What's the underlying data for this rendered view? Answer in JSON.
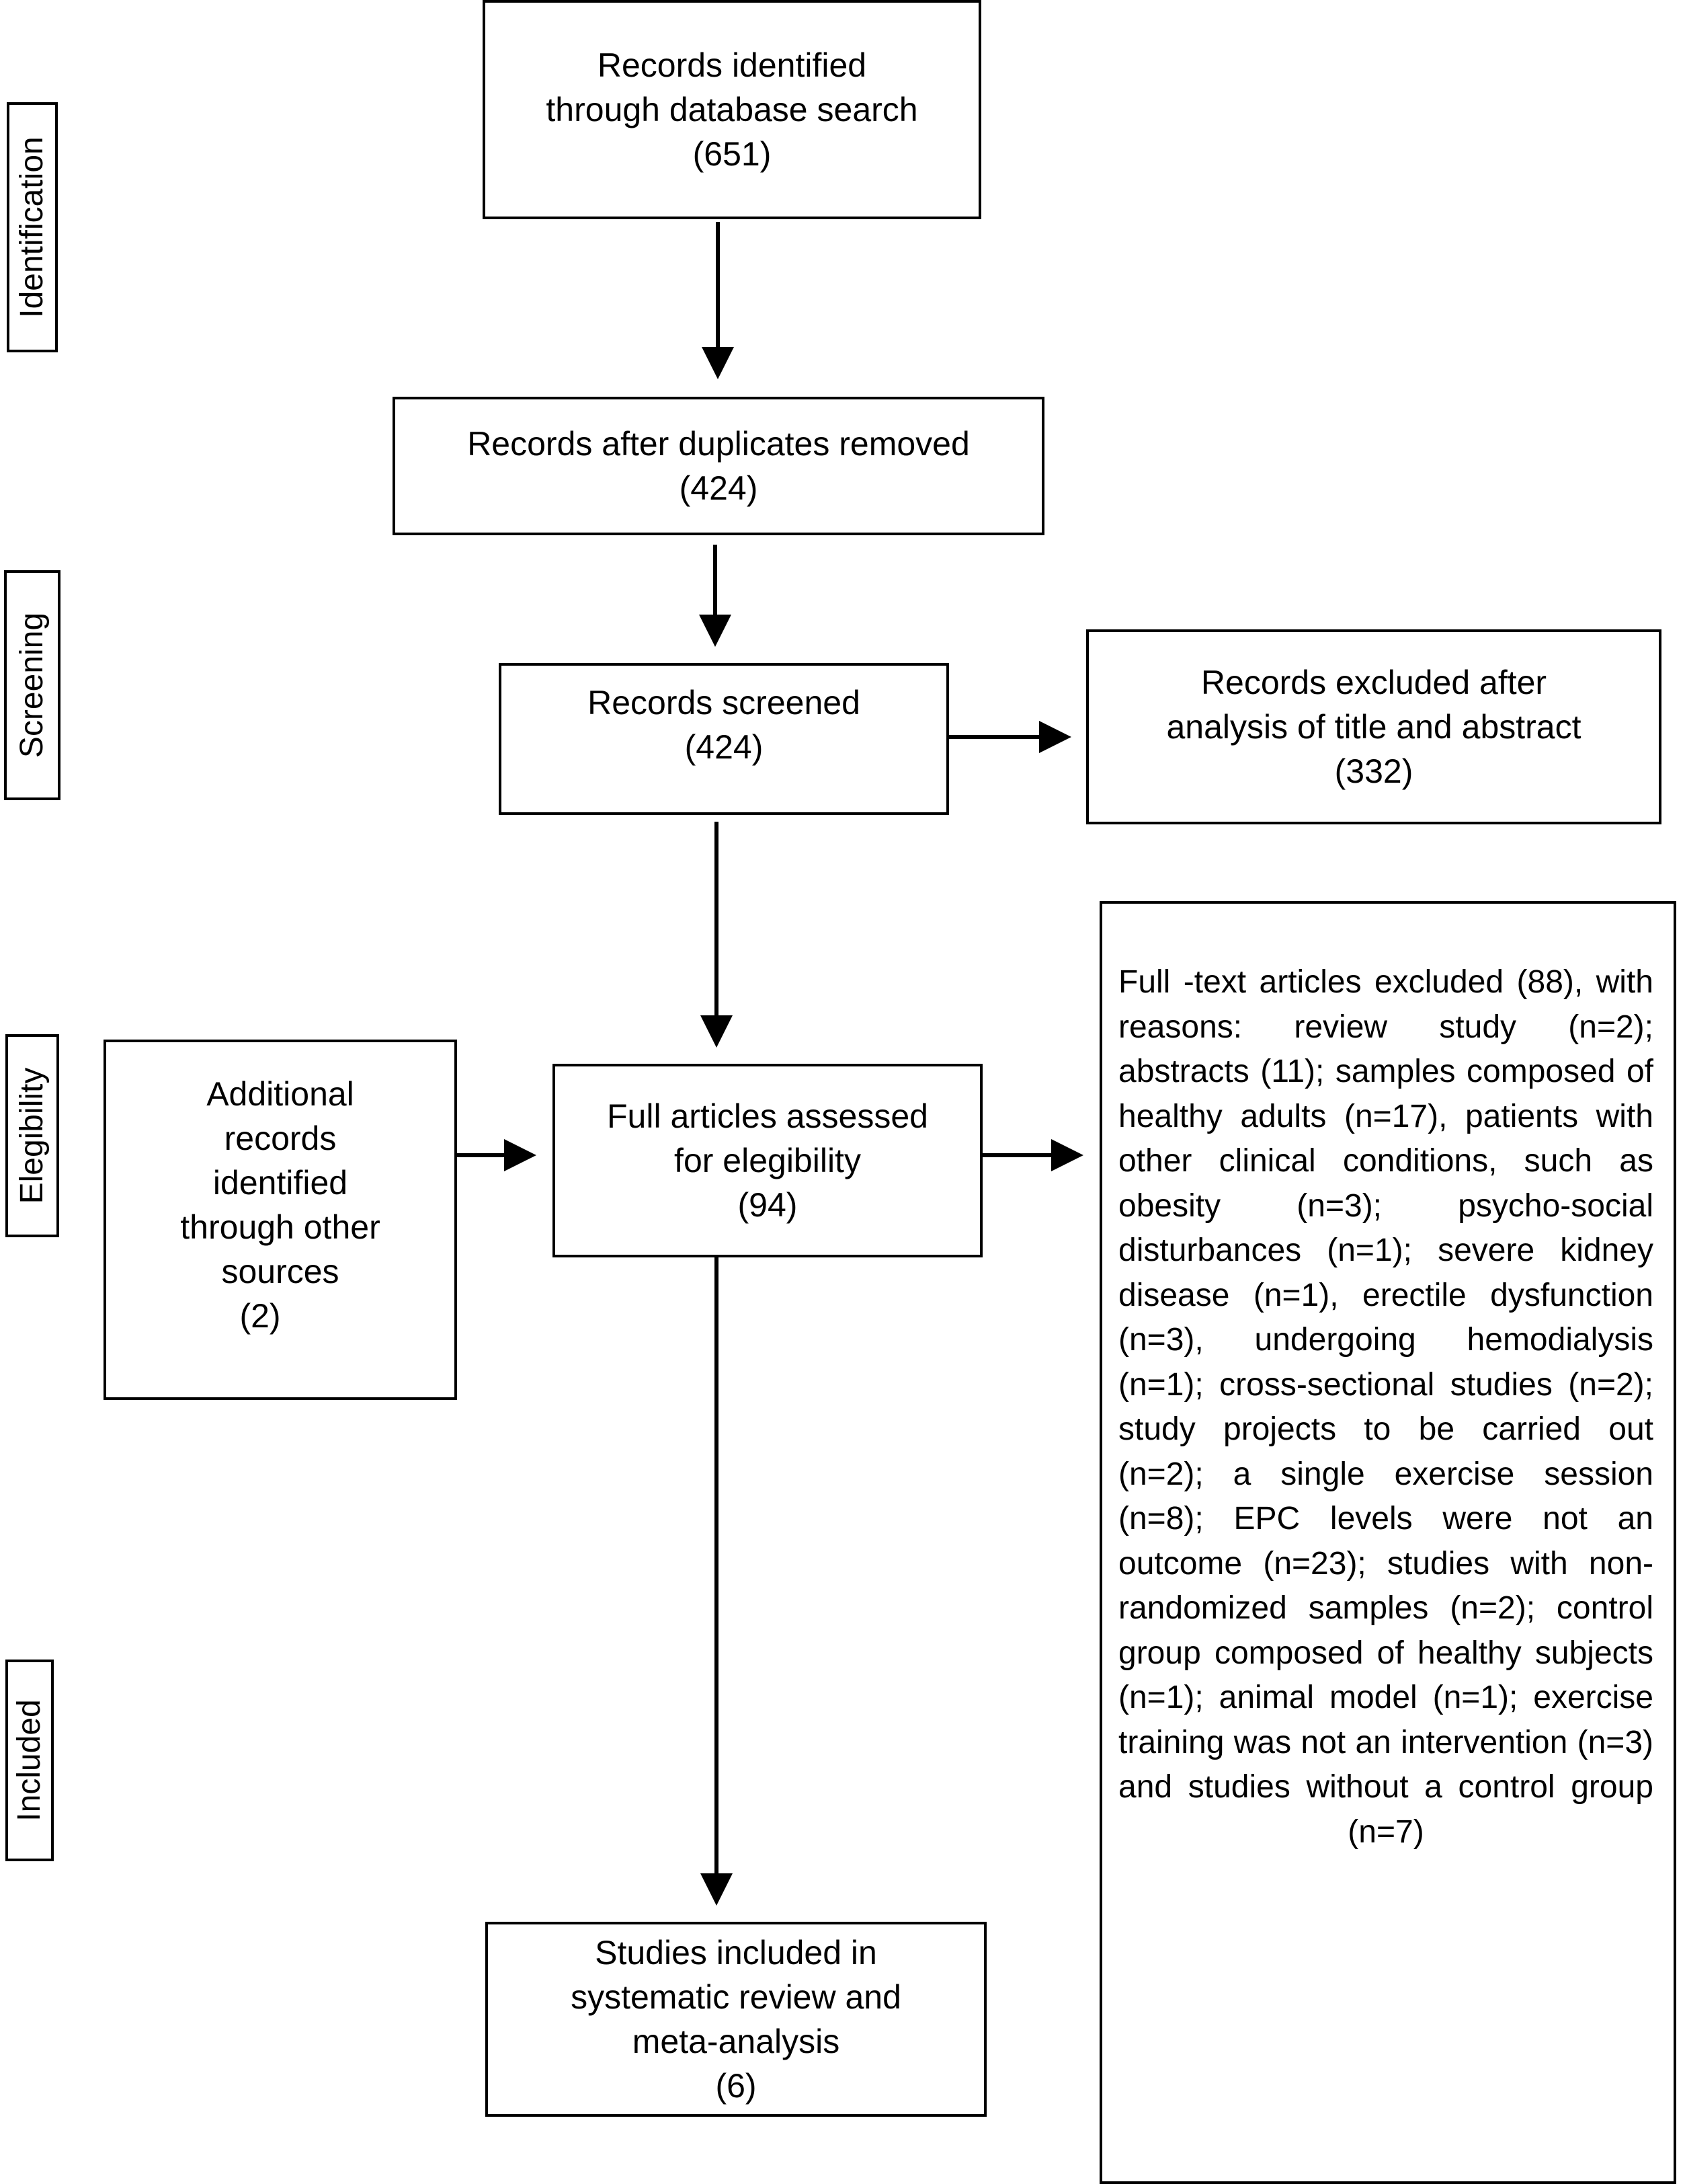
{
  "stages": {
    "identification": "Identification",
    "screening": "Screening",
    "eligibility": "Elegibility",
    "included": "Included"
  },
  "boxes": {
    "identified": [
      "Records identified",
      "through database search",
      "(651)"
    ],
    "dedup": [
      "Records after duplicates removed",
      "(424)"
    ],
    "screened": [
      "Records screened",
      "(424)"
    ],
    "excluded_title": [
      "Records excluded after",
      "analysis of title and abstract",
      "(332)"
    ],
    "additional": [
      "Additional",
      "records",
      "identified",
      "through other",
      "sources",
      "(2)"
    ],
    "full_assessed": [
      "Full articles assessed",
      "for elegibility",
      "(94)"
    ],
    "included_studies": [
      "Studies included in",
      "systematic review and",
      "meta-analysis",
      "(6)"
    ],
    "fulltext_excluded": "Full -text articles excluded (88), with reasons: review study (n=2); abstracts (11); samples composed of healthy adults (n=17), patients with other clinical conditions, such as obesity (n=3); psycho-social disturbances (n=1); severe kidney disease (n=1), erectile dysfunction (n=3), undergoing hemodialysis (n=1); cross-sectional studies (n=2); study projects to be carried out (n=2); a single exercise session (n=8); EPC levels were not an outcome (n=23); studies with non-randomized samples (n=2); control group composed of healthy subjects (n=1); animal model (n=1); exercise training was not an intervention (n=3) and studies without a control group (n=7)"
  }
}
